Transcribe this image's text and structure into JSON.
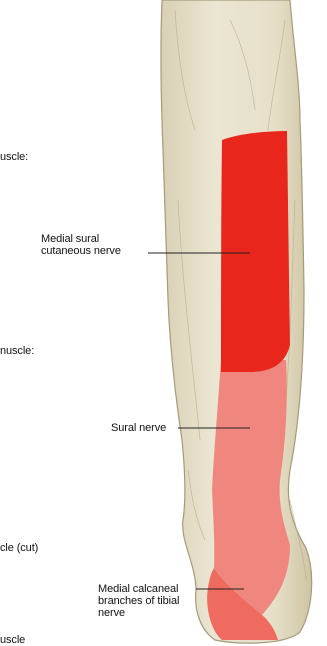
{
  "figure": {
    "left_labels": [
      {
        "id": "muscle-1",
        "text": "uscle:"
      },
      {
        "id": "muscle-2",
        "text": "nuscle:"
      },
      {
        "id": "muscle-cut",
        "text": "cle (cut)"
      },
      {
        "id": "muscle-bottom",
        "text": "uscle"
      }
    ],
    "nerve_labels": [
      {
        "id": "medial-sural-cutaneous-nerve",
        "text": "Medial sural\ncutaneous nerve"
      },
      {
        "id": "sural-nerve",
        "text": "Sural nerve"
      },
      {
        "id": "medial-calcaneal-branches",
        "text": "Medial calcaneal\nbranches of tibial\nnerve"
      }
    ]
  },
  "colors": {
    "skin": "#e8e3cf",
    "skin_shadow": "#cfc6a6",
    "outline": "#a59a7a",
    "nerve_dark": "#e8261c",
    "nerve_light": "#f0827a"
  }
}
